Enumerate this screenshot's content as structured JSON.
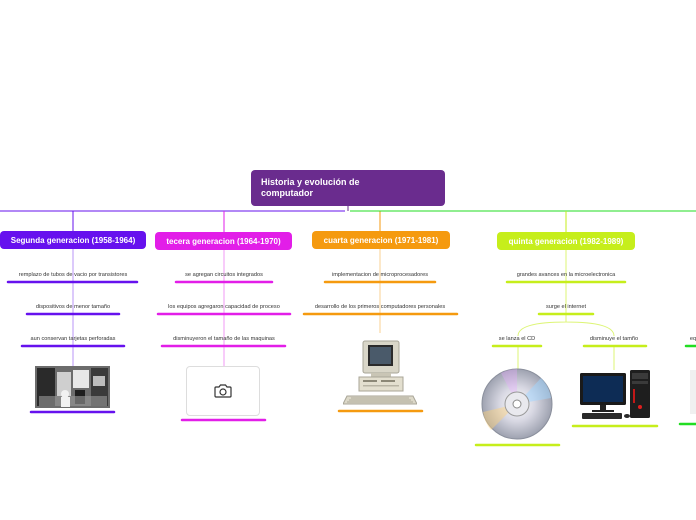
{
  "root": {
    "title_line1": "Historia y evolución de",
    "title_line2": "computador",
    "color": "#6a2c8e"
  },
  "branches": [
    {
      "title": "Segunda generacion (1958-1964)",
      "color": "#6611ee",
      "items": [
        "remplazo de tubos de vacio por transistores",
        "dispositivos de menor tamaño",
        "aun conservan tarjetas perforadas"
      ],
      "image": "vintage-computer-room-photo"
    },
    {
      "title": "tecera generacion (1964-1970)",
      "color": "#e21ee8",
      "items": [
        "se agregan circuitos integrados",
        "los equipos agregaron capacidad de proceso",
        "disminuyeron el tamaño de las maquinas"
      ],
      "image": "camera-icon"
    },
    {
      "title": "cuarta generacion (1971-1981)",
      "color": "#f59a0f",
      "items": [
        "implementacion de microprocesadores",
        "desarrollo de los primeros computadores personales"
      ],
      "image": "retro-personal-computer"
    },
    {
      "title": "quinta generacion (1982-1989)",
      "color": "#c6ee1b",
      "items": [
        "grandes avances en la microelectronica",
        "surge el internet"
      ],
      "subitems": [
        "se lanza el CD",
        "disminuye el tamño"
      ],
      "images": [
        "compact-disc",
        "desktop-computer"
      ]
    },
    {
      "title": "",
      "color": "#22dd22",
      "items": [
        "eq"
      ]
    }
  ]
}
